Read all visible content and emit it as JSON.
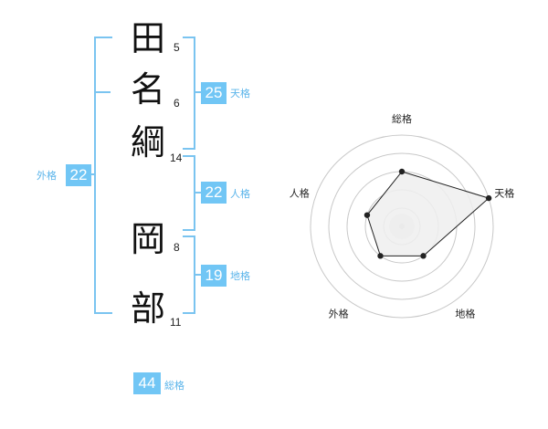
{
  "name": {
    "characters": [
      {
        "char": "田",
        "strokes": "5"
      },
      {
        "char": "名",
        "strokes": "6"
      },
      {
        "char": "綱",
        "strokes": "14"
      },
      {
        "char": "岡",
        "strokes": "8"
      },
      {
        "char": "部",
        "strokes": "11"
      }
    ]
  },
  "kakusu": {
    "tenkaku": {
      "value": "25",
      "label": "天格"
    },
    "jinkaku": {
      "value": "22",
      "label": "人格"
    },
    "chikaku": {
      "value": "19",
      "label": "地格"
    },
    "gaikaku": {
      "value": "22",
      "label": "外格"
    },
    "soukaku": {
      "value": "44",
      "label": "総格"
    }
  },
  "colors": {
    "accent": "#71c6f5",
    "bracket": "#7ac4f0",
    "polygon_fill": "#efefef"
  },
  "chart_data": {
    "type": "radar",
    "axes": [
      "総格",
      "天格",
      "地格",
      "外格",
      "人格"
    ],
    "values": [
      2,
      4,
      1,
      1,
      1
    ],
    "rlim": [
      0,
      4
    ],
    "grid": true,
    "rings": 4
  }
}
